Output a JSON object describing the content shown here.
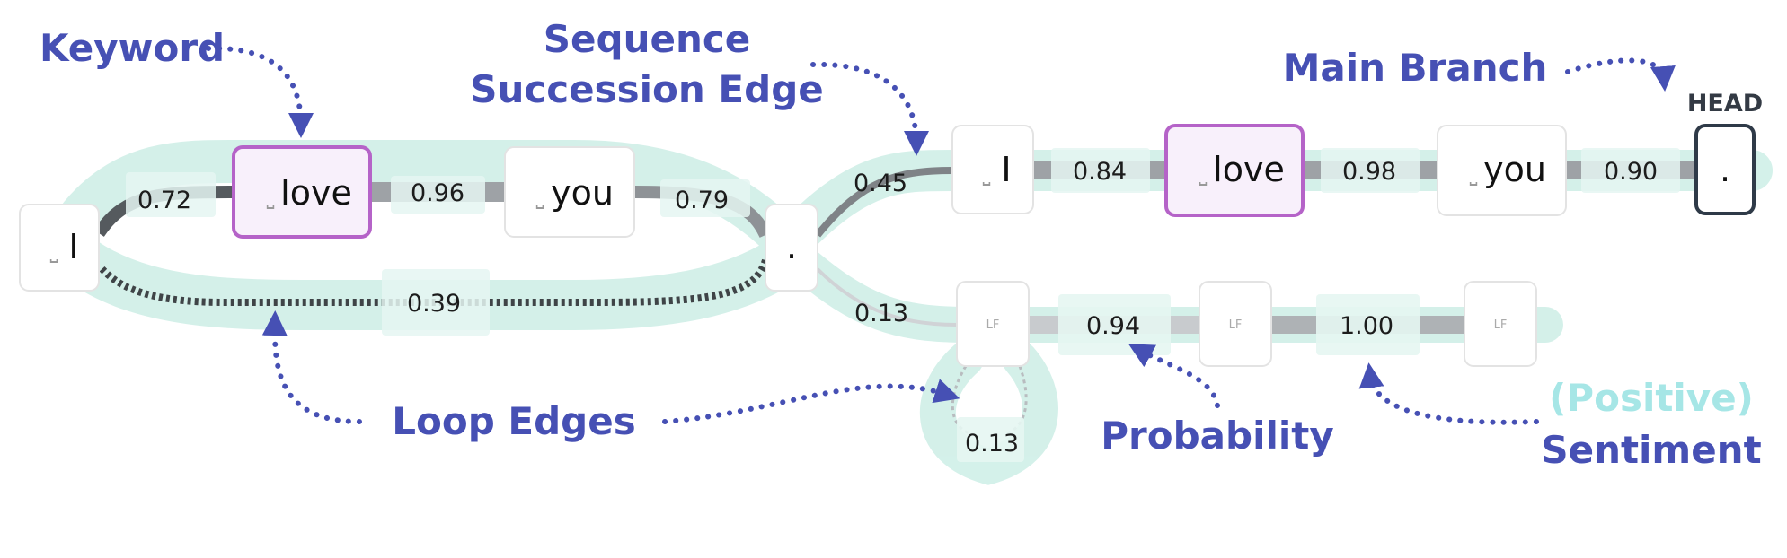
{
  "colors": {
    "callout": "#4650b4",
    "positive": "#a6e6e6",
    "keyword_border": "#b563c8",
    "keyword_fill": "#f8f0fb",
    "band": "#cdeee6",
    "edge_dark": "#555a5e",
    "edge_light": "#b3b7ba",
    "head_border": "#2f3a48"
  },
  "callouts": {
    "keyword": "Keyword",
    "sequence_line1": "Sequence",
    "sequence_line2": "Succession Edge",
    "main_branch": "Main Branch",
    "loop_edges": "Loop  Edges",
    "probability": "Probability",
    "sentiment_qualifier": "(Positive)",
    "sentiment": "Sentiment"
  },
  "head_label": "HEAD",
  "space_symbol": "⎵",
  "linefeed_symbol": "LF",
  "loop_graph": {
    "nodes": [
      {
        "id": "i",
        "label": "I",
        "space": true
      },
      {
        "id": "love",
        "label": "love",
        "space": true,
        "keyword": true
      },
      {
        "id": "you",
        "label": "you",
        "space": true
      },
      {
        "id": "dot",
        "label": ".",
        "space": false
      }
    ],
    "edges": [
      {
        "from": "i",
        "to": "love",
        "p": "0.72"
      },
      {
        "from": "love",
        "to": "you",
        "p": "0.96"
      },
      {
        "from": "you",
        "to": "dot",
        "p": "0.79"
      },
      {
        "from": "dot",
        "to": "i",
        "p": "0.39",
        "loop": true
      }
    ]
  },
  "main_branch": {
    "entry_p": "0.45",
    "nodes": [
      {
        "label": "I",
        "space": true
      },
      {
        "label": "love",
        "space": true,
        "keyword": true
      },
      {
        "label": "you",
        "space": true
      },
      {
        "label": ".",
        "space": false,
        "head": true
      }
    ],
    "edge_p": [
      "0.84",
      "0.98",
      "0.90"
    ]
  },
  "lf_branch": {
    "entry_p": "0.13",
    "self_loop_p": "0.13",
    "nodes": [
      {
        "label": "LF"
      },
      {
        "label": "LF"
      },
      {
        "label": "LF"
      }
    ],
    "edge_p": [
      "0.94",
      "1.00"
    ]
  }
}
